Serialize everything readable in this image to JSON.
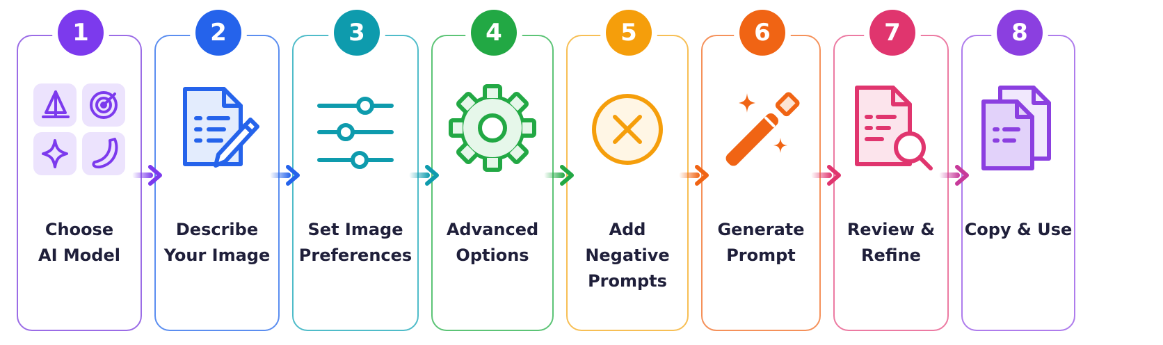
{
  "steps": [
    {
      "number": "1",
      "title_lines": [
        "Choose",
        "AI Model"
      ],
      "color": "#7c3aed",
      "icon": "ai-model-grid-icon"
    },
    {
      "number": "2",
      "title_lines": [
        "Describe",
        "Your Image"
      ],
      "color": "#2563eb",
      "icon": "document-pencil-icon"
    },
    {
      "number": "3",
      "title_lines": [
        "Set Image",
        "Preferences"
      ],
      "color": "#0e9bad",
      "icon": "sliders-icon"
    },
    {
      "number": "4",
      "title_lines": [
        "Advanced",
        "Options"
      ],
      "color": "#22a844",
      "icon": "gear-icon"
    },
    {
      "number": "5",
      "title_lines": [
        "Add Negative",
        "Prompts"
      ],
      "color": "#f59e0b",
      "icon": "x-circle-icon"
    },
    {
      "number": "6",
      "title_lines": [
        "Generate",
        "Prompt"
      ],
      "color": "#f06414",
      "icon": "magic-wand-icon"
    },
    {
      "number": "7",
      "title_lines": [
        "Review &",
        "Refine"
      ],
      "color": "#e0356e",
      "icon": "document-search-icon"
    },
    {
      "number": "8",
      "title_lines": [
        "Copy & Use"
      ],
      "color": "#8b3fe0",
      "icon": "copy-documents-icon"
    }
  ]
}
